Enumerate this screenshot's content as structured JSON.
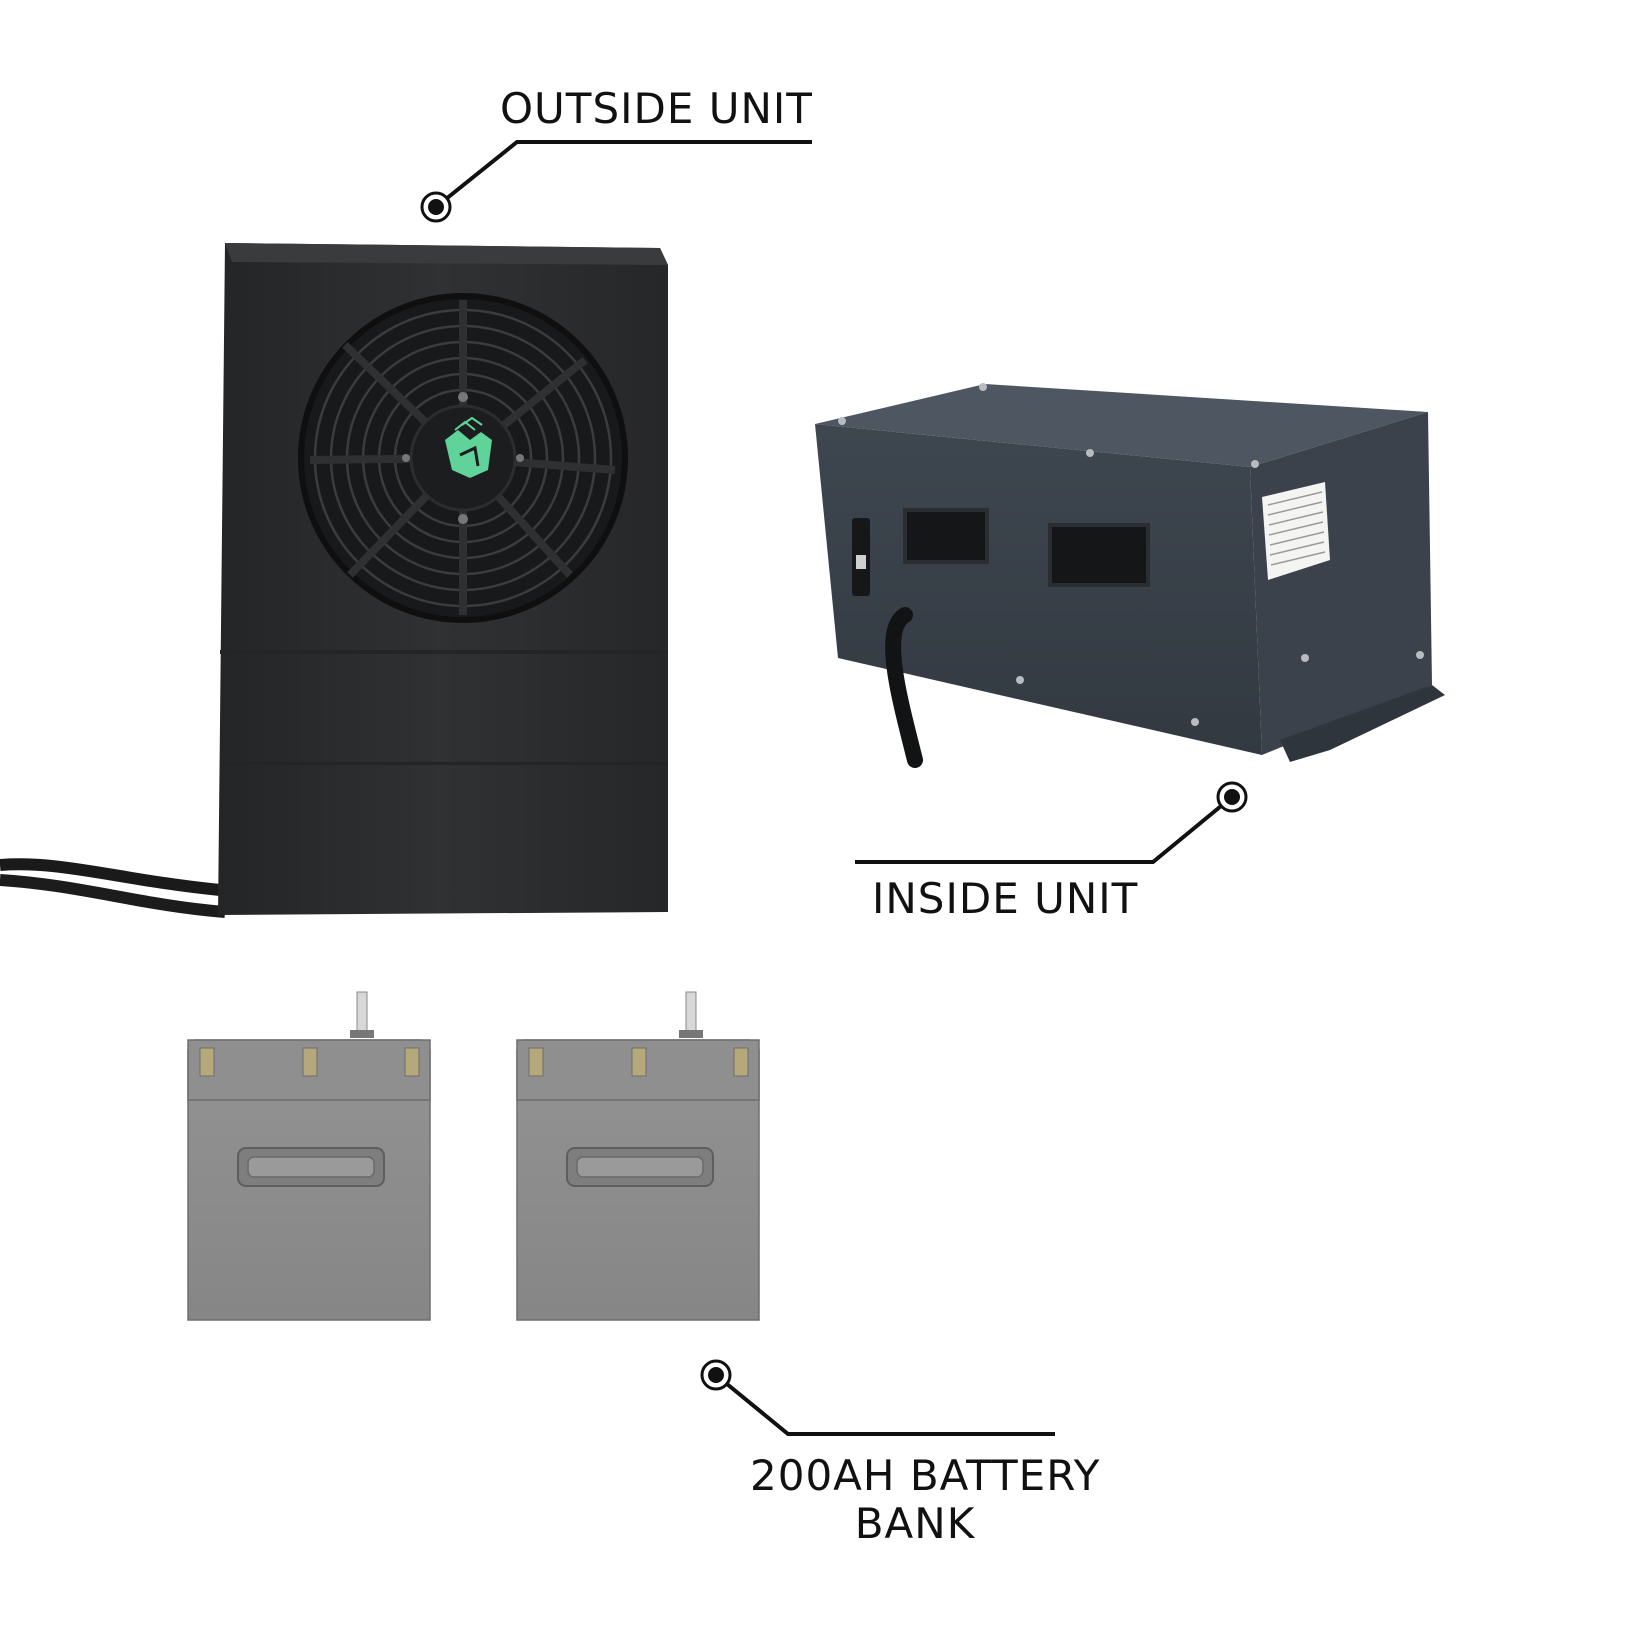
{
  "labels": {
    "outside_unit": "OUTSIDE UNIT",
    "inside_unit": "INSIDE UNIT",
    "battery_line1": "200AH BATTERY",
    "battery_line2": "BANK"
  },
  "colors": {
    "outside_body": "#2b2c2e",
    "inside_body": "#3a414a",
    "battery": "#8c8c8c",
    "logo_green": "#5fd39a",
    "callout": "#111111"
  },
  "icons": {
    "outside_unit": "condenser-fan-unit-image",
    "inside_unit": "evaporator-box-unit-image",
    "battery": "battery-image",
    "logo": "brand-logo-icon"
  }
}
